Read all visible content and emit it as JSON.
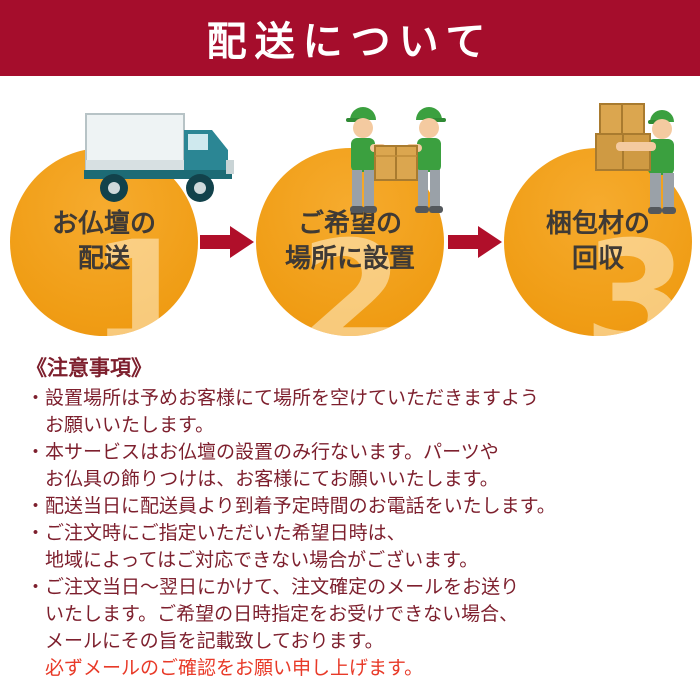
{
  "header": {
    "title": "配送について"
  },
  "steps": [
    {
      "number": "1",
      "icon": "truck-icon",
      "lines": [
        "お仏壇の",
        "配送"
      ]
    },
    {
      "number": "2",
      "icon": "delivery-workers-icon",
      "lines": [
        "ご希望の",
        "場所に設置"
      ]
    },
    {
      "number": "3",
      "icon": "box-carrier-icon",
      "lines": [
        "梱包材の",
        "回収"
      ]
    }
  ],
  "arrows": {
    "icon": "right-arrow-icon"
  },
  "notes": {
    "heading": "《注意事項》",
    "bullet": "・",
    "items": [
      {
        "lines": [
          "設置場所は予めお客様にて場所を空けていただきますよう",
          "お願いいたします。"
        ]
      },
      {
        "lines": [
          "本サービスはお仏壇の設置のみ行ないます。パーツや",
          "お仏具の飾りつけは、お客様にてお願いいたします。"
        ]
      },
      {
        "lines": [
          "配送当日に配送員より到着予定時間のお電話をいたします。"
        ]
      },
      {
        "lines": [
          "ご注文時にご指定いただいた希望日時は、",
          "地域によってはご対応できない場合がございます。"
        ]
      },
      {
        "lines": [
          "ご注文当日〜翌日にかけて、注文確定のメールをお送り",
          "いたします。ご希望の日時指定をお受けできない場合、",
          "メールにその旨を記載致しております。"
        ],
        "highlight": "必ずメールのご確認をお願い申し上げます。"
      }
    ]
  },
  "colors": {
    "banner_bg": "#a50d2c",
    "banner_text": "#ffffff",
    "circle_orange": "#f0a01a",
    "arrow_red": "#b00f2a",
    "step_text": "#3f3a35",
    "notes_text": "#7d1f2d",
    "highlight_red": "#e83a28"
  }
}
